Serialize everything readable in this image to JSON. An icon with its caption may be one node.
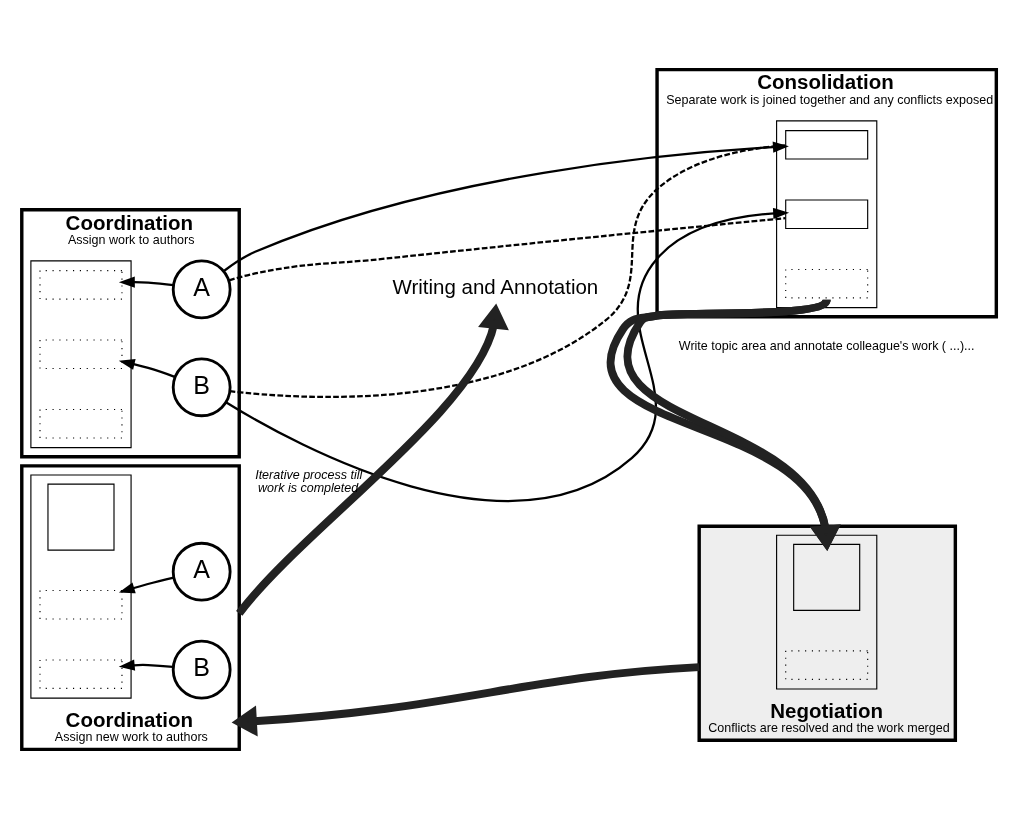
{
  "diagram": {
    "nodes": [
      {
        "text": [
          "Coordination",
          "Assign work to authors"
        ]
      },
      {
        "text": [],
        "shape": "box",
        "in": 0
      },
      {
        "text": [],
        "shape": "box",
        "in": 1
      },
      {
        "text": [],
        "shape": "box",
        "in": 1
      },
      {
        "text": [],
        "shape": "box",
        "in": 1
      },
      {
        "text": [
          "A"
        ],
        "in": 0
      },
      {
        "text": [
          "B"
        ],
        "in": 0
      },
      {
        "text": [
          "Consolidation",
          "Separate work is joined together and any conflicts exposed"
        ]
      },
      {
        "text": [],
        "shape": "box",
        "in": 7
      },
      {
        "text": [],
        "shape": "box",
        "in": 8
      },
      {
        "text": [],
        "shape": "box",
        "in": 8
      },
      {
        "text": [],
        "shape": "box",
        "in": 8
      },
      {
        "text": [
          "Negotiation",
          "Conflicts are resolved and the work merged"
        ]
      },
      {
        "text": [],
        "shape": "box",
        "in": 12
      },
      {
        "text": [],
        "shape": "box",
        "in": 13
      },
      {
        "text": [],
        "shape": "box",
        "in": 13
      },
      {
        "text": [
          "Coordination",
          "Assign new work to authors"
        ]
      },
      {
        "text": [],
        "shape": "box",
        "in": 16
      },
      {
        "text": [],
        "shape": "box",
        "in": 17
      },
      {
        "text": [],
        "shape": "box",
        "in": 17
      },
      {
        "text": [],
        "shape": "box",
        "in": 17
      },
      {
        "text": [
          "A"
        ],
        "in": 16
      },
      {
        "text": [
          "B"
        ],
        "in": 16
      },
      {
        "text": [
          "Writing and Annotation"
        ]
      }
    ],
    "edges": [
      {
        "from": 5,
        "to": 2,
        "arrow": "to"
      },
      {
        "from": 6,
        "to": 3,
        "arrow": "to"
      },
      {
        "from": 5,
        "to": 9,
        "arrow": "to"
      },
      {
        "from": 6,
        "to": 10,
        "arrow": "to"
      },
      {
        "from": 5,
        "to": 10,
        "arrow": "none",
        "style": "dashed"
      },
      {
        "from": 6,
        "to": 9,
        "arrow": "none",
        "style": "dashed"
      },
      {
        "from": 7,
        "to": 12,
        "arrow": "to",
        "style": "thick"
      },
      {
        "from": 12,
        "to": 16,
        "arrow": "to",
        "style": "thick"
      },
      {
        "from": 16,
        "to": 23,
        "arrow": "to",
        "style": "thick",
        "label": "Iterative process till work is completed"
      },
      {
        "from": 21,
        "to": 19,
        "arrow": "to"
      },
      {
        "from": 22,
        "to": 20,
        "arrow": "to"
      }
    ],
    "labels": [
      "Write topic area and annotate colleague's work ( ...)..."
    ]
  }
}
